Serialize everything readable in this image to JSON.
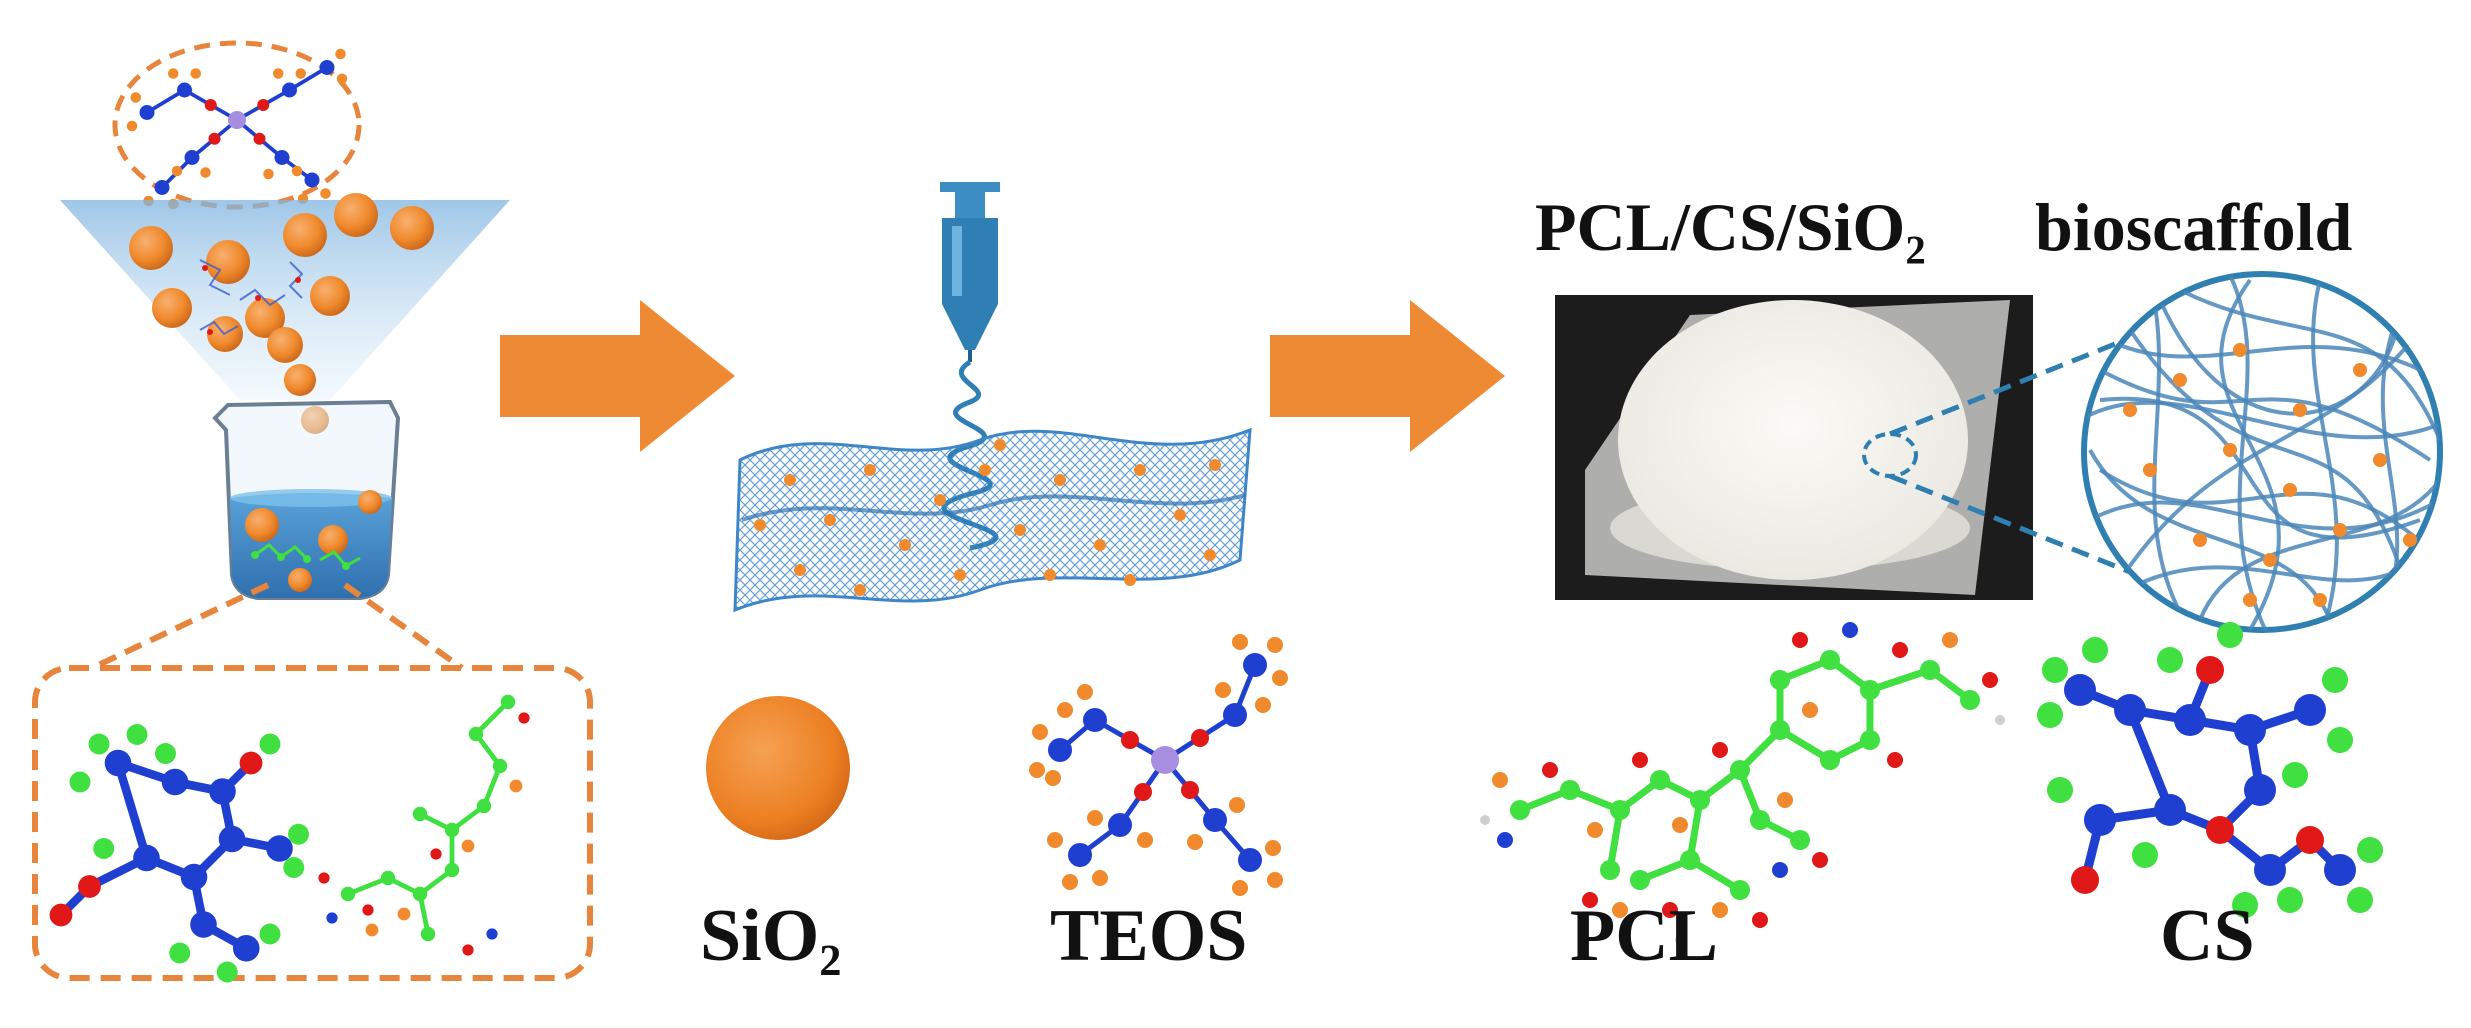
{
  "title": {
    "composite": "PCL/CS/SiO₂",
    "suffix": "bioscaffold"
  },
  "labels": {
    "sio2": "SiO₂",
    "teos": "TEOS",
    "pcl": "PCL",
    "cs": "CS"
  },
  "colors": {
    "arrow": "#ee8a34",
    "sphere": "#f08a2c",
    "dashed_frame": "#e8853c",
    "fiber_blue": "#4a86b8",
    "zoom_dash": "#2f7fb0",
    "carbon_green": "#3fe03f",
    "nitrogen_blue": "#1f3fd0",
    "oxygen_red": "#e01818",
    "silicon_purple": "#a78ee0",
    "liquid_blue": "#3f8fcf",
    "photo_background": "#1c1c1c",
    "disc_white": "#f4f3ef"
  },
  "icons": {
    "beaker": "beaker-icon",
    "funnel": "funnel-icon",
    "syringe": "syringe-icon",
    "fiber_mat": "fiber-mat-icon",
    "arrow": "arrow-right-icon",
    "molecule": "molecule-icon",
    "sphere": "sio2-sphere-icon",
    "photo": "scaffold-photo",
    "zoom": "magnified-fibers-icon"
  }
}
